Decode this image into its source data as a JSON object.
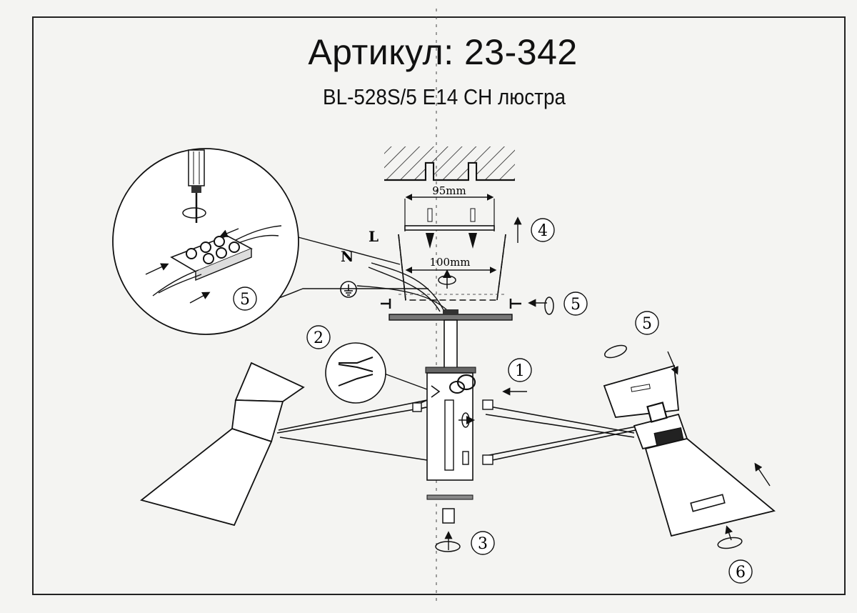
{
  "header": {
    "article": "Артикул: 23-342",
    "model": "BL-528S/5 E14 CH люстра"
  },
  "dimensions": {
    "top_width": "95mm",
    "bottom_width": "100mm"
  },
  "wire_labels": {
    "live": "L",
    "neutral": "N"
  },
  "steps": {
    "s1": "1",
    "s2": "2",
    "s3": "3",
    "s4": "4",
    "s5_detail": "5",
    "s5_canopy": "5",
    "s5_shade": "5",
    "s6": "6"
  },
  "icons": {
    "ground": "ground-icon",
    "rotate": "rotate-arrow-icon",
    "arrow": "direction-arrow-icon",
    "screw": "screw-icon",
    "screwdriver": "screwdriver-icon",
    "terminal_block": "terminal-block-icon"
  }
}
